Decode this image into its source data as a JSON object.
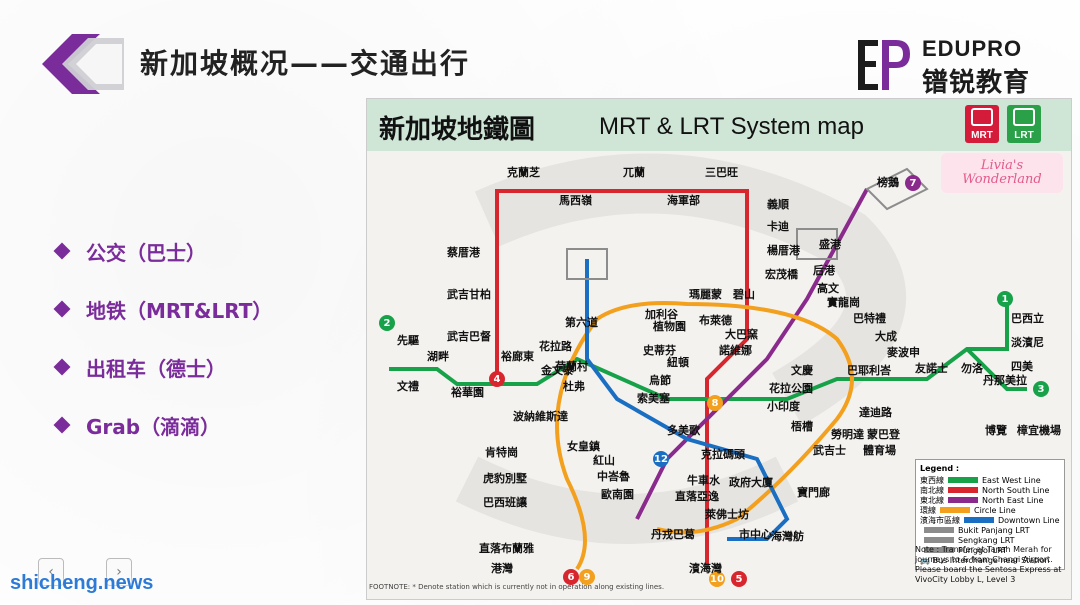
{
  "header": {
    "title": "新加坡概况——交通出行"
  },
  "brand": {
    "en": "EDUPRO",
    "cn": "镨锐教育"
  },
  "bullets": [
    {
      "label": "公交（巴士）"
    },
    {
      "label": "地铁（MRT&LRT）"
    },
    {
      "label": "出租车（德士）"
    },
    {
      "label": "Grab（滴滴）"
    }
  ],
  "watermark": "shicheng.news",
  "map": {
    "title_cn": "新加坡地鐵圖",
    "title_en": "MRT & LRT System map",
    "badge_mrt": "MRT",
    "badge_lrt": "LRT",
    "wonderland": "Livia's Wonderland",
    "stations": [
      {
        "name": "克蘭芝"
      },
      {
        "name": "兀蘭"
      },
      {
        "name": "三巴旺"
      },
      {
        "name": "馬西嶺"
      },
      {
        "name": "海軍部"
      },
      {
        "name": "義順"
      },
      {
        "name": "卡迪"
      },
      {
        "name": "楊厝港"
      },
      {
        "name": "宏茂橋"
      },
      {
        "name": "碧山"
      },
      {
        "name": "瑪麗蒙"
      },
      {
        "name": "加利谷"
      },
      {
        "name": "布萊德"
      },
      {
        "name": "大巴窯"
      },
      {
        "name": "諾維娜"
      },
      {
        "name": "紐頓"
      },
      {
        "name": "烏節"
      },
      {
        "name": "索美塞"
      },
      {
        "name": "多美歌"
      },
      {
        "name": "克拉碼頭"
      },
      {
        "name": "牛車水"
      },
      {
        "name": "政府大廈"
      },
      {
        "name": "萊佛士坊"
      },
      {
        "name": "丹戎巴葛"
      },
      {
        "name": "濱海灣"
      },
      {
        "name": "市中心"
      },
      {
        "name": "蔡厝港"
      },
      {
        "name": "武吉甘柏"
      },
      {
        "name": "武吉巴督"
      },
      {
        "name": "裕廊東"
      },
      {
        "name": "金文泰"
      },
      {
        "name": "杜弗"
      },
      {
        "name": "波納維斯達"
      },
      {
        "name": "女皇鎮"
      },
      {
        "name": "紅山"
      },
      {
        "name": "中峇魯"
      },
      {
        "name": "歐南園"
      },
      {
        "name": "直落亞逸"
      },
      {
        "name": "港灣"
      },
      {
        "name": "文慶"
      },
      {
        "name": "小印度"
      },
      {
        "name": "花拉公園"
      },
      {
        "name": "武吉士"
      },
      {
        "name": "勞明達"
      },
      {
        "name": "梧槽"
      },
      {
        "name": "實龍崗"
      },
      {
        "name": "巴特禮"
      },
      {
        "name": "大成"
      },
      {
        "name": "麥波申"
      },
      {
        "name": "巴耶利峇"
      },
      {
        "name": "友諾士"
      },
      {
        "name": "勿洛"
      },
      {
        "name": "丹那美拉"
      },
      {
        "name": "巴西立"
      },
      {
        "name": "淡濱尼"
      },
      {
        "name": "四美"
      },
      {
        "name": "樟宜機場"
      },
      {
        "name": "博覽"
      },
      {
        "name": "榜鵝"
      },
      {
        "name": "盛港"
      },
      {
        "name": "后港"
      },
      {
        "name": "高文"
      },
      {
        "name": "先驅"
      },
      {
        "name": "湖畔"
      },
      {
        "name": "文禮"
      },
      {
        "name": "裕華園"
      },
      {
        "name": "巴西班讓"
      },
      {
        "name": "肯特崗"
      },
      {
        "name": "虎豹別墅"
      },
      {
        "name": "直落布蘭雅"
      },
      {
        "name": "寶門廊"
      },
      {
        "name": "海灣舫"
      },
      {
        "name": "達迪路"
      },
      {
        "name": "體育場"
      },
      {
        "name": "蒙巴登"
      },
      {
        "name": "史蒂芬"
      },
      {
        "name": "植物園"
      },
      {
        "name": "花拉路"
      },
      {
        "name": "荷蘭村"
      },
      {
        "name": "第六道"
      }
    ],
    "legend": {
      "title": "Legend :",
      "items": [
        {
          "cn": "東西線",
          "en": "East West Line",
          "color": "#17a24a"
        },
        {
          "cn": "南北線",
          "en": "North South Line",
          "color": "#d7262e"
        },
        {
          "cn": "東北線",
          "en": "North East Line",
          "color": "#8a2a8c"
        },
        {
          "cn": "環線",
          "en": "Circle Line",
          "color": "#f2a01e"
        },
        {
          "cn": "濱海市區線",
          "en": "Downtown Line",
          "color": "#1a6fc2"
        }
      ],
      "lrt": [
        {
          "en": "Bukit Panjang LRT"
        },
        {
          "en": "Sengkang LRT"
        },
        {
          "en": "Punggol LRT"
        }
      ],
      "interchange": "Bus Interchange near Station"
    },
    "note": "Note : Transfer at Tanah Merah for journeys to & from Changi Airport. Please board the Sentosa Express at VivoCity Lobby L, Level 3",
    "footnote": "FOOTNOTE: * Denote station which is currently not in operation along existing lines."
  }
}
